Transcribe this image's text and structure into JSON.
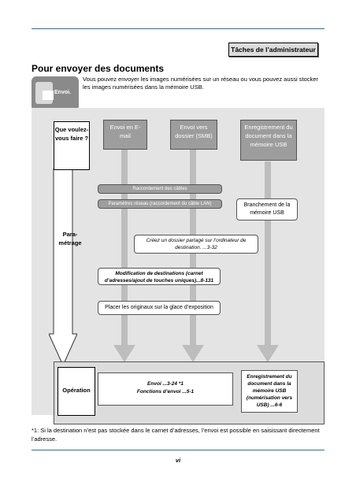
{
  "header": {
    "section_badge": "Tâches de l’administrateur"
  },
  "main": {
    "title": "Pour envoyer des documents",
    "mode_icon_label": "Envoi.",
    "intro": "Vous pouvez envoyer les images numérisées sur un réseau ou vous pouvez aussi stocker les images numérisées dans la mémoire USB."
  },
  "diagram": {
    "question": "Que voulez-vous faire ?",
    "parametrage": "Para-métrage",
    "operation": "Opération",
    "columns": [
      {
        "label": "Envoi en E-mail"
      },
      {
        "label": "Envoi vers dossier (SMB)"
      },
      {
        "label": "Enregistrement du document dans la mémoire USB"
      }
    ],
    "steps": {
      "cables": "Raccordement des câbles",
      "network": "Paramètres réseau (raccordement du câble LAN)",
      "usb_connect": "Branchement de la mémoire USB",
      "shared_folder": "Créez un dossier partagé sur l’ordinateur de destination. ...3-32",
      "address_book": "Modification de destinations (carnet d’adresses/ajout de touches uniques)...8-131",
      "place_originals": "Placer les originaux sur la glace d’exposition"
    },
    "results": {
      "send_line1": "Envoi ...3-24  *1",
      "send_line2": "Fonctions d’envoi ...5-1",
      "usb_store": "Enregistrement du document dans la mémoire USB (numérisation vers USB) ...6-6"
    }
  },
  "footer": {
    "footnote": "*1: Si la destination n’est pas stockée dans le carnet d’adresses, l’envoi est possible en saisissant directement l’adresse.",
    "page_number": "vi"
  }
}
